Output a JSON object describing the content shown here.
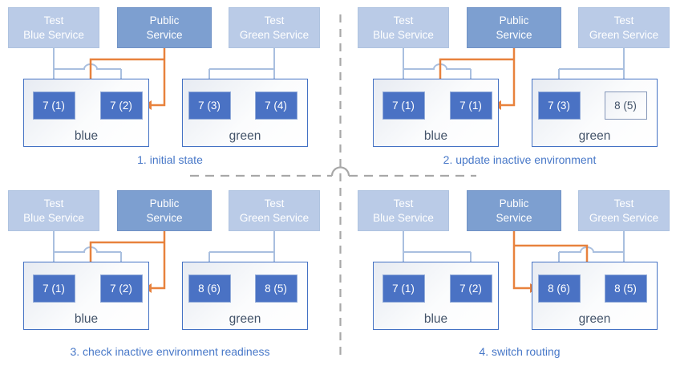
{
  "colors": {
    "pod_blue": "#4a72c4",
    "pod_border": "#93acd9",
    "pod_outline_border": "#8496b8",
    "pod_outline_text": "#44546a",
    "service_public": "#7d9fd0",
    "service_test": "#bacbe7",
    "environment_border": "#4472c4",
    "environment_label_text": "#44546a",
    "arrow_orange": "#e8823d",
    "arrow_light_blue": "#a9bfdf",
    "caption_text": "#4878c8",
    "separator_gray": "#a8a8a8"
  },
  "quadrants": [
    {
      "caption": "1. initial state",
      "services": [
        {
          "line1": "Test",
          "line2": "Blue Service"
        },
        {
          "line1": "Public",
          "line2": "Service"
        },
        {
          "line1": "Test",
          "line2": "Green Service"
        }
      ],
      "environments": [
        {
          "name": "blue",
          "pods": [
            {
              "label": "7 (1)",
              "style": "pod-solid"
            },
            {
              "label": "7 (2)",
              "style": "pod-solid"
            }
          ]
        },
        {
          "name": "green",
          "pods": [
            {
              "label": "7 (3)",
              "style": "pod-solid"
            },
            {
              "label": "7 (4)",
              "style": "pod-solid"
            }
          ]
        }
      ],
      "public_routing": "blue"
    },
    {
      "caption": "2. update inactive environment",
      "services": [
        {
          "line1": "Test",
          "line2": "Blue Service"
        },
        {
          "line1": "Public",
          "line2": "Service"
        },
        {
          "line1": "Test",
          "line2": "Green Service"
        }
      ],
      "environments": [
        {
          "name": "blue",
          "pods": [
            {
              "label": "7 (1)",
              "style": "pod-solid"
            },
            {
              "label": "7 (1)",
              "style": "pod-solid"
            }
          ]
        },
        {
          "name": "green",
          "pods": [
            {
              "label": "7 (3)",
              "style": "pod-solid"
            },
            {
              "label": "8 (5)",
              "style": "pod-outline"
            }
          ]
        }
      ],
      "public_routing": "blue"
    },
    {
      "caption": "3. check inactive environment readiness",
      "services": [
        {
          "line1": "Test",
          "line2": "Blue Service"
        },
        {
          "line1": "Public",
          "line2": "Service"
        },
        {
          "line1": "Test",
          "line2": "Green Service"
        }
      ],
      "environments": [
        {
          "name": "blue",
          "pods": [
            {
              "label": "7 (1)",
              "style": "pod-solid"
            },
            {
              "label": "7 (2)",
              "style": "pod-solid"
            }
          ]
        },
        {
          "name": "green",
          "pods": [
            {
              "label": "8 (6)",
              "style": "pod-solid"
            },
            {
              "label": "8 (5)",
              "style": "pod-solid"
            }
          ]
        }
      ],
      "public_routing": "blue"
    },
    {
      "caption": "4. switch routing",
      "services": [
        {
          "line1": "Test",
          "line2": "Blue Service"
        },
        {
          "line1": "Public",
          "line2": "Service"
        },
        {
          "line1": "Test",
          "line2": "Green Service"
        }
      ],
      "environments": [
        {
          "name": "blue",
          "pods": [
            {
              "label": "7 (1)",
              "style": "pod-solid"
            },
            {
              "label": "7 (2)",
              "style": "pod-solid"
            }
          ]
        },
        {
          "name": "green",
          "pods": [
            {
              "label": "8 (6)",
              "style": "pod-solid"
            },
            {
              "label": "8 (5)",
              "style": "pod-solid"
            }
          ]
        }
      ],
      "public_routing": "green"
    }
  ]
}
